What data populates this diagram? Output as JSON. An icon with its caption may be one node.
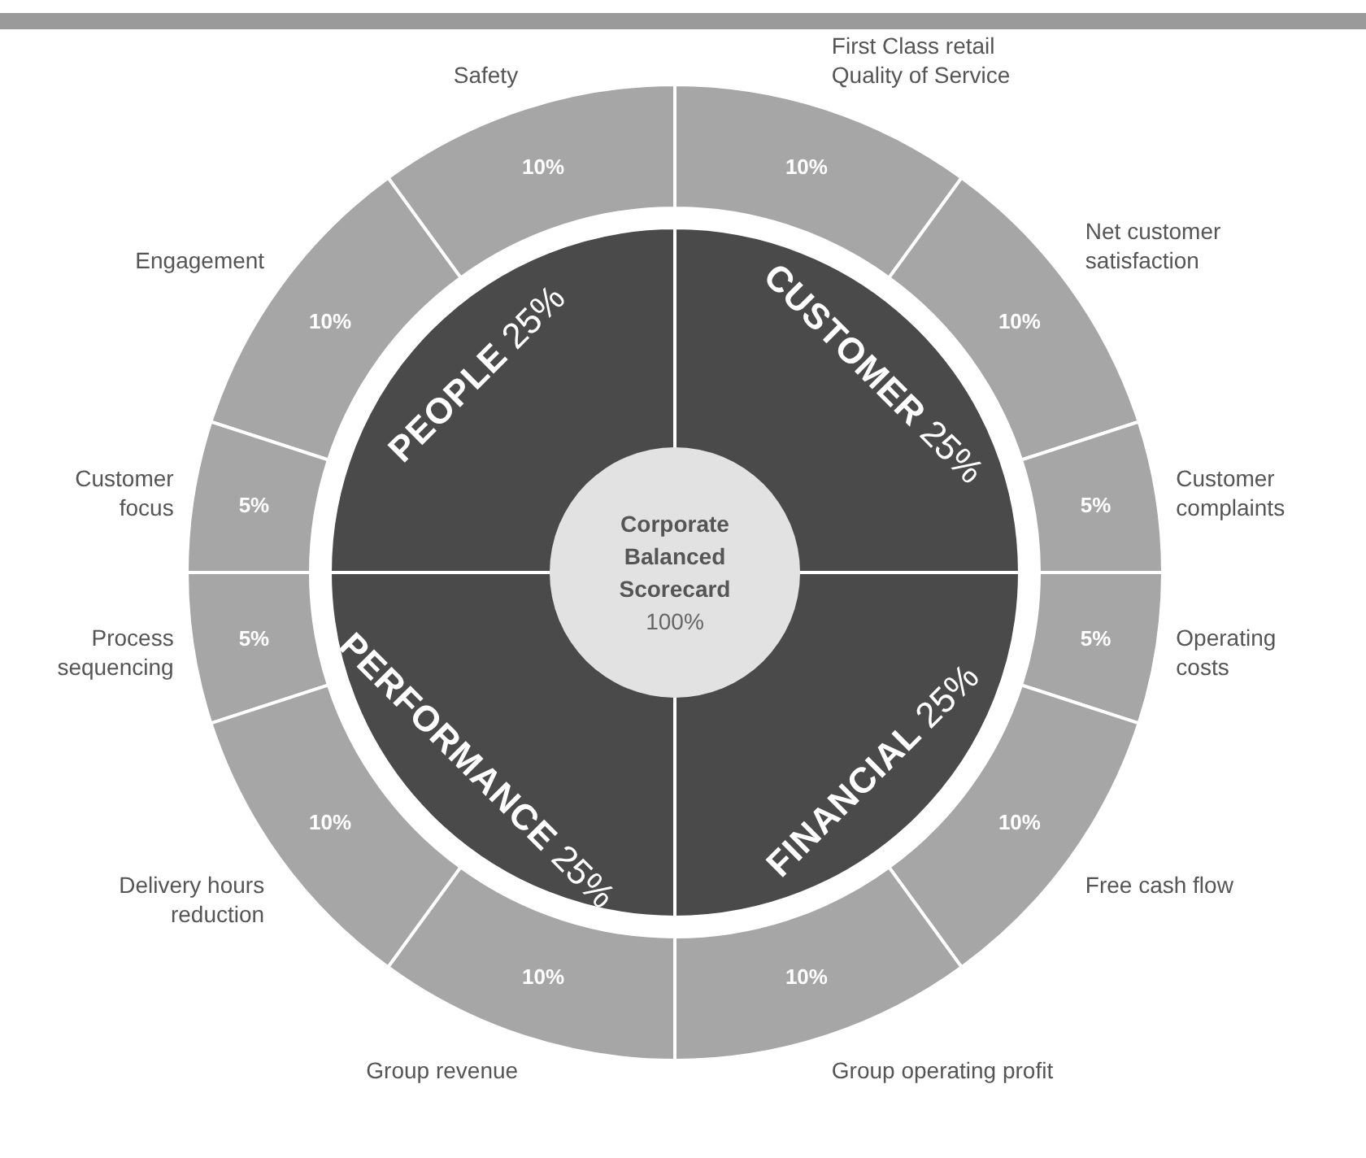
{
  "diagram": {
    "nodes": [
      {
        "text": [
          "Corporate Balanced Scorecard",
          "100%"
        ]
      },
      {
        "text": [
          "PEOPLE",
          "25%"
        ]
      },
      {
        "text": [
          "CUSTOMER",
          "25%"
        ]
      },
      {
        "text": [
          "FINANCIAL",
          "25%"
        ]
      },
      {
        "text": [
          "PERFORMANCE",
          "25%"
        ]
      },
      {
        "text": [
          "10%"
        ],
        "beside": [
          "Safety"
        ]
      },
      {
        "text": [
          "10%"
        ],
        "beside": [
          "First Class retail Quality of Service"
        ]
      },
      {
        "text": [
          "10%"
        ],
        "beside": [
          "Net customer satisfaction"
        ]
      },
      {
        "text": [
          "10%"
        ],
        "beside": [
          "Engagement"
        ]
      },
      {
        "text": [
          "5%"
        ],
        "beside": [
          "Customer focus"
        ]
      },
      {
        "text": [
          "5%"
        ],
        "beside": [
          "Customer complaints"
        ]
      },
      {
        "text": [
          "5%"
        ],
        "beside": [
          "Process sequencing"
        ]
      },
      {
        "text": [
          "5%"
        ],
        "beside": [
          "Operating costs"
        ]
      },
      {
        "text": [
          "10%"
        ],
        "beside": [
          "Delivery hours reduction"
        ]
      },
      {
        "text": [
          "10%"
        ],
        "beside": [
          "Free cash flow"
        ]
      },
      {
        "text": [
          "10%"
        ],
        "beside": [
          "Group revenue"
        ]
      },
      {
        "text": [
          "10%"
        ],
        "beside": [
          "Group operating profit"
        ]
      }
    ]
  }
}
